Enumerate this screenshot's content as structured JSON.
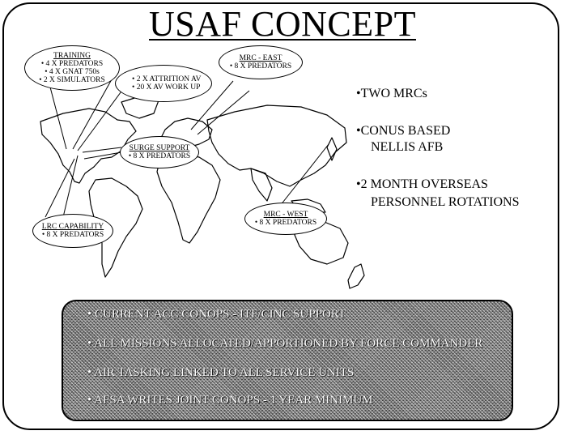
{
  "title": "USAF CONCEPT",
  "bubbles": {
    "training": {
      "heading": "TRAINING",
      "items": [
        "• 4 X PREDATORS",
        "• 4 X GNAT 750s",
        "• 2 X SIMULATORS"
      ]
    },
    "attrition": {
      "items": [
        "• 2 X ATTRITION AV",
        "• 20 X AV WORK UP"
      ]
    },
    "mrc_east": {
      "heading": "MRC - EAST",
      "items": [
        "• 8 X PREDATORS"
      ]
    },
    "surge": {
      "heading": "SURGE SUPPORT",
      "items": [
        "• 8 X PREDATORS"
      ]
    },
    "lrc": {
      "heading": "LRC CAPABILITY",
      "items": [
        "• 8 X PREDATORS"
      ]
    },
    "mrc_west": {
      "heading": "MRC - WEST",
      "items": [
        "• 8 X PREDATORS"
      ]
    }
  },
  "bullets": [
    "•TWO MRCs",
    "•CONUS BASED",
    "NELLIS AFB",
    "•2 MONTH OVERSEAS",
    "PERSONNEL ROTATIONS"
  ],
  "panel_lines": [
    "• CURRENT ACC CONOPS - ITF/CINC SUPPORT",
    "• ALL MISSIONS ALLOCATED/APPORTIONED BY FORCE COMMANDER",
    "• AIR TASKING LINKED TO ALL SERVICE UNITS",
    "• AFSA WRITES JOINT CONOPS - 1 YEAR MINIMUM"
  ]
}
